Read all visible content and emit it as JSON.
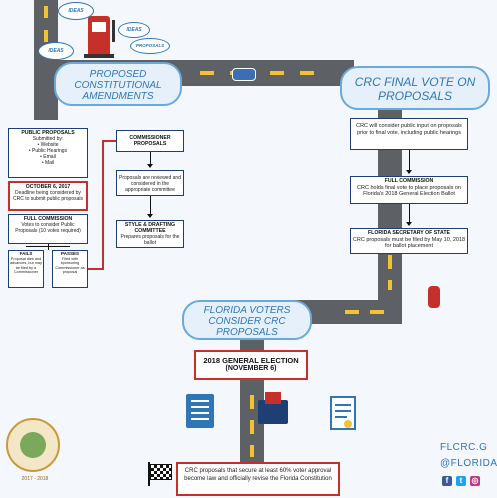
{
  "bubbles": {
    "ideas_1": "IDEAS",
    "ideas_2": "IDEAS",
    "ideas_3": "IDEAS",
    "proposals": "PROPOSALS"
  },
  "clouds": {
    "proposed_amendments": "PROPOSED CONSTITUTIONAL AMENDMENTS",
    "final_vote": "CRC FINAL VOTE ON PROPOSALS",
    "florida_voters": "FLORIDA VOTERS CONSIDER CRC PROPOSALS"
  },
  "public_proposals": {
    "title": "PUBLIC PROPOSALS",
    "body": "Submitted by:",
    "items": [
      "• Website",
      "• Public Hearings",
      "• Email",
      "• Mail"
    ]
  },
  "deadline": {
    "title": "OCTOBER 6, 2017",
    "body": "Deadline being considered by CRC to submit public proposals"
  },
  "full_commission_left": {
    "title": "FULL COMMISSION",
    "body": "Votes to consider Public Proposals (10 votes required)"
  },
  "fails": {
    "title": "FAILS",
    "body": "Proposal dies and advances, but may be filed by a Commissioner"
  },
  "passes": {
    "title": "PASSES",
    "body": "Filed with sponsoring Commissioner as proposal"
  },
  "commissioner": {
    "title": "COMMISSIONER PROPOSALS"
  },
  "reviewed": {
    "body": "Proposals are reviewed and considered in the appropriate committee"
  },
  "style_drafting": {
    "title": "STYLE & DRAFTING COMMITTEE",
    "body": "Prepares proposals for the ballot"
  },
  "crc_input": {
    "body": "CRC will consider public input on proposals prior to final vote, including public hearings"
  },
  "full_commission_right": {
    "title": "FULL COMMISSION",
    "body": "CRC holds final vote to place proposals on Florida's 2018 General Election Ballot"
  },
  "secretary": {
    "title": "FLORIDA SECRETARY OF STATE",
    "body": "CRC proposals must be filed by May 10, 2018 for ballot placement"
  },
  "general_election": {
    "title": "2018 GENERAL ELECTION",
    "subtitle": "(NOVEMBER 6)"
  },
  "final_note": {
    "body": "CRC proposals that secure at least 60% voter approval become law and officially revise the Florida Constitution"
  },
  "footer": {
    "site": "FLCRC.G",
    "handle": "@FLORIDA",
    "seal_years": "2017 · 2018"
  },
  "colors": {
    "road": "#5d6064",
    "dash": "#f2c230",
    "cloud_text": "#2e76b8",
    "accent_red": "#c5302a",
    "navy": "#1e3f73"
  }
}
